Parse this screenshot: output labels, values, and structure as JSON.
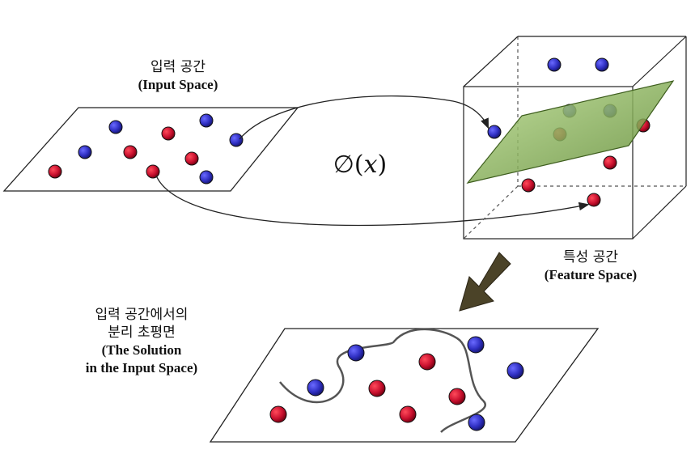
{
  "input_space": {
    "title_ko": "입력 공간",
    "title_en": "(Input Space)"
  },
  "mapping": {
    "phi_symbol": "∅",
    "open": "(",
    "var": "x",
    "close": ")"
  },
  "feature_space": {
    "title_ko": "특성 공간",
    "title_en": "(Feature Space)"
  },
  "solution": {
    "line1_ko": "입력 공간에서의",
    "line2_ko": "분리 초평면",
    "line3_en": "(The Solution",
    "line4_en": "in the Input Space)"
  },
  "colors": {
    "red_point": "#c8102e",
    "blue_point": "#2f2fc2",
    "hyperplane": "#8fbf50",
    "big_arrow": "#4b4328",
    "outline": "#222222"
  }
}
